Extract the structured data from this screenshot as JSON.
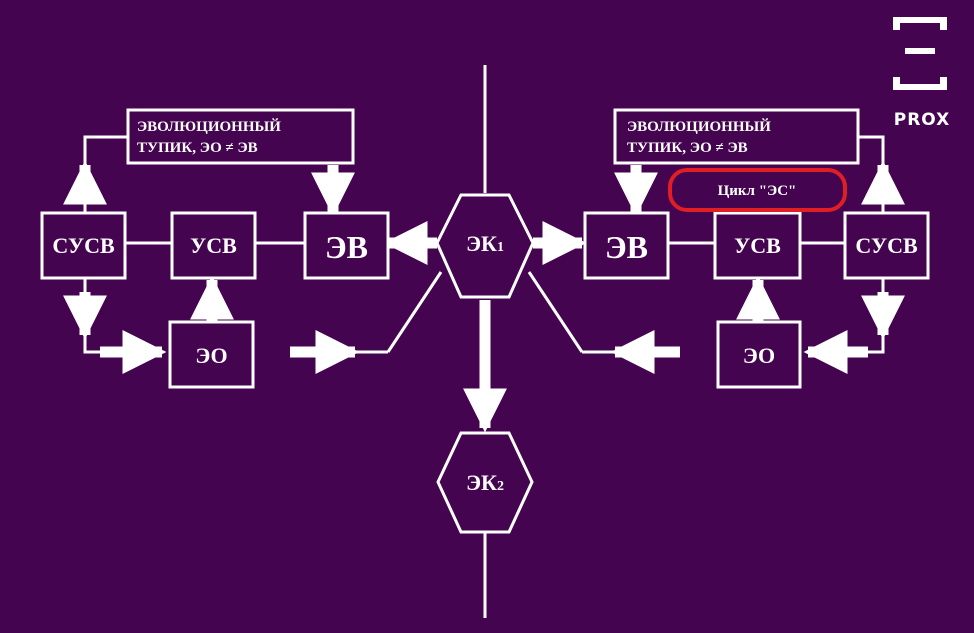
{
  "colors": {
    "background": "#44044f",
    "line": "#ffffff",
    "highlight": "#e01e24"
  },
  "icon": "xi-letter-icon",
  "logo_text": "PROX",
  "left": {
    "dead_end_line1": "ЭВОЛЮЦИОННЫЙ",
    "dead_end_line2": "ТУПИК, ЭО ≠ ЭВ",
    "susv": "СУСВ",
    "usv": "УСВ",
    "ev": "ЭВ",
    "eo": "ЭО"
  },
  "right": {
    "dead_end_line1": "ЭВОЛЮЦИОННЫЙ",
    "dead_end_line2": "ТУПИК, ЭО ≠ ЭВ",
    "susv": "СУСВ",
    "usv": "УСВ",
    "ev": "ЭВ",
    "eo": "ЭО",
    "cycle_label": "Цикл \"ЭС\""
  },
  "center": {
    "ek1": "ЭК",
    "ek1_sub": "1",
    "ek2": "ЭК",
    "ek2_sub": "2"
  }
}
